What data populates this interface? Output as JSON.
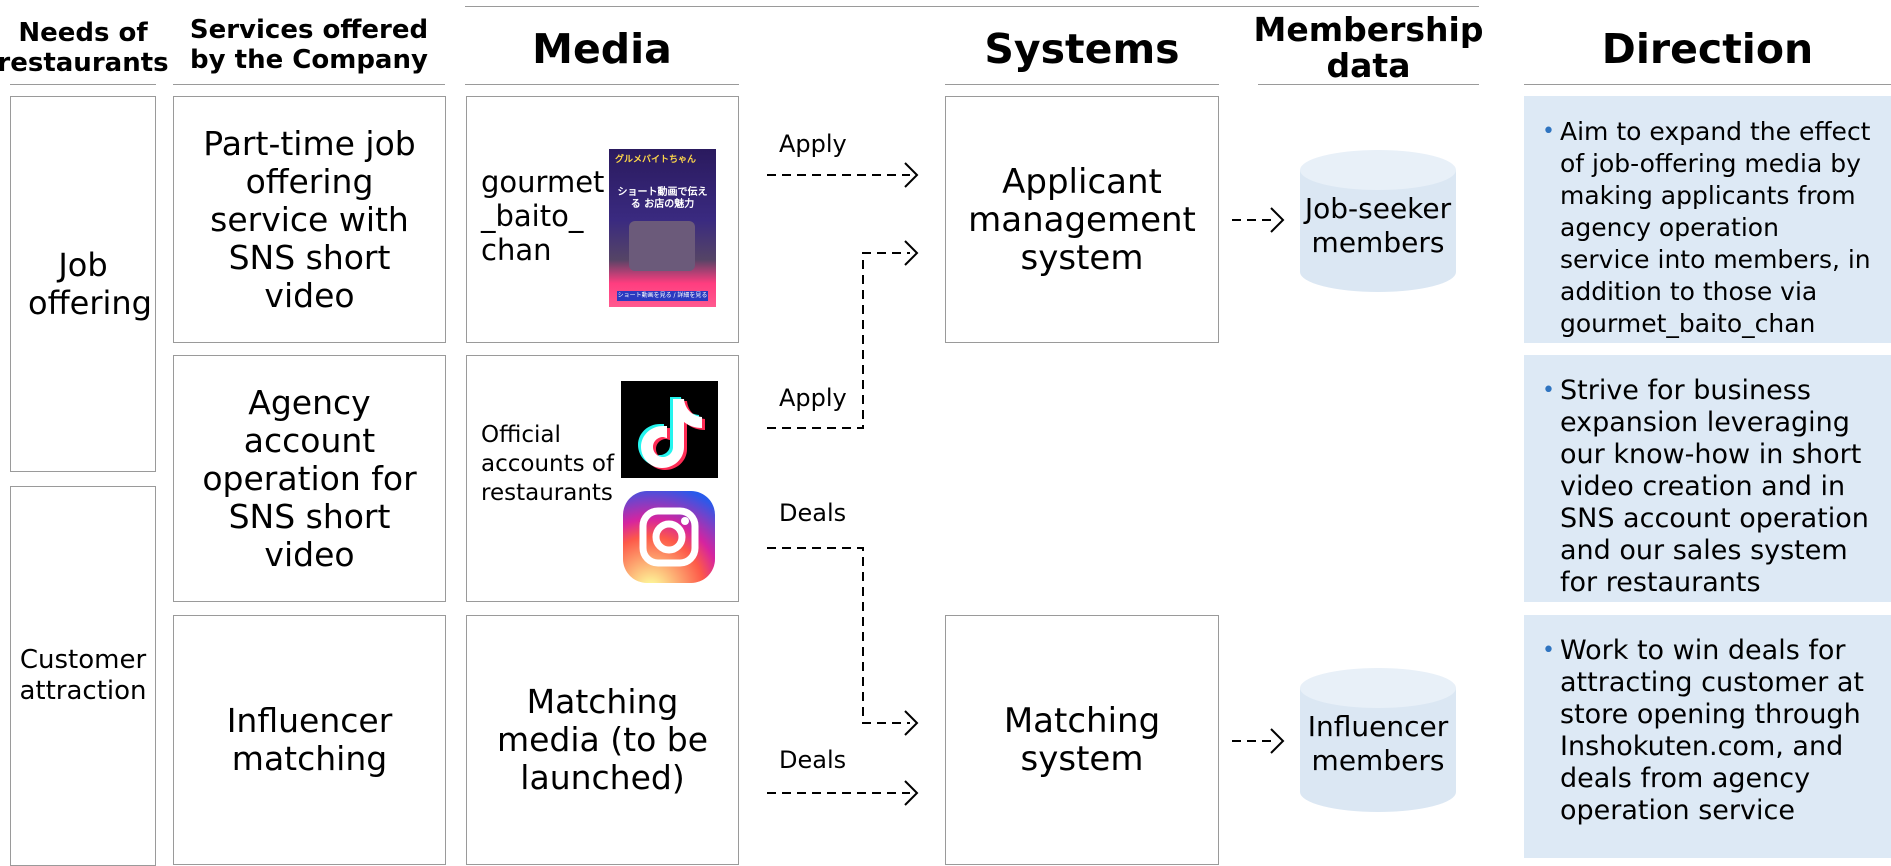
{
  "headers": {
    "needs": "Needs of restaurants",
    "services": "Services offered by the Company",
    "media": "Media",
    "systems": "Systems",
    "membership": "Membership data",
    "direction": "Direction"
  },
  "needs": {
    "job": "Job offering",
    "customer": "Customer attraction"
  },
  "services": {
    "s1": "Part-time job offering service with SNS short video",
    "s2": "Agency account operation for SNS short video",
    "s3": "Influencer matching"
  },
  "media": {
    "m1_label": "gourmet _baito_ chan",
    "m2_label": "Official accounts of restaurants",
    "m3_label": "Matching media (to be launched)",
    "thumb": {
      "brand": "グルメバイトちゃん",
      "headline": "ショート動画で伝える お店の魅力",
      "footer": "ショート動画を見る / 詳細を見る"
    }
  },
  "flows": {
    "apply1": "Apply",
    "apply2": "Apply",
    "deals1": "Deals",
    "deals2": "Deals"
  },
  "systems": {
    "applicant": "Applicant management system",
    "matching": "Matching system"
  },
  "membership": {
    "job_seekers": "Job-seeker members",
    "influencers": "Influencer members"
  },
  "direction": {
    "d1": "Aim to expand the effect of job-offering media by making applicants from agency operation service into members, in addition to those via gourmet_baito_chan",
    "d2": "Strive for business expansion leveraging our know-how in short video creation and in SNS account operation and our sales system for restaurants",
    "d3": "Work to win deals for attracting customer at store opening through Inshokuten.com, and deals from agency operation service"
  },
  "colors": {
    "direction_bg": "#dde9f5",
    "cylinder": "#dbe7f3",
    "bullet": "#2f74c0",
    "border": "#9a9a9a"
  }
}
